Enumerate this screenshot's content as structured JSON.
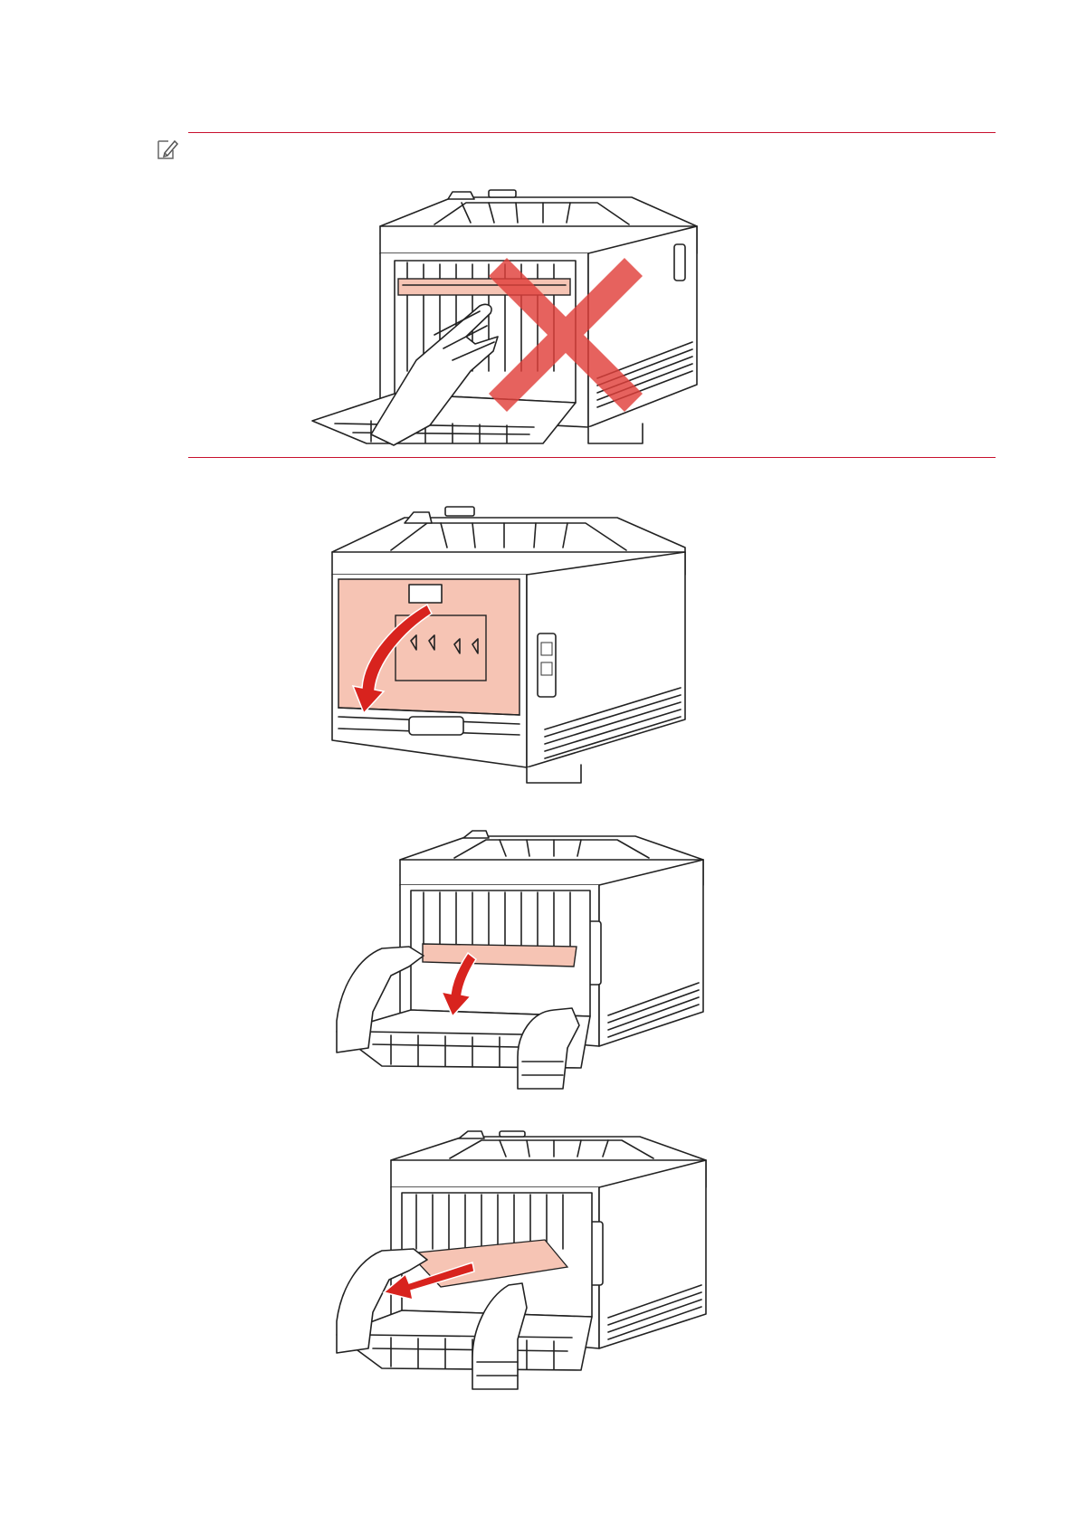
{
  "colors": {
    "rule": "#c8102e",
    "highlight": "#f6c4b4",
    "arrow": "#d8231e",
    "cross": "#e0403a"
  },
  "note": {
    "icon": "pencil-note-icon"
  },
  "figures": [
    {
      "id": "fig-do-not-touch-fuser",
      "icon": "prohibited-cross-icon"
    },
    {
      "id": "fig-open-rear-cover",
      "icon": "down-arrow-icon"
    },
    {
      "id": "fig-pull-fuser-lever",
      "icon": "down-arrow-icon"
    },
    {
      "id": "fig-remove-jammed-paper",
      "icon": "pull-arrow-icon"
    }
  ]
}
